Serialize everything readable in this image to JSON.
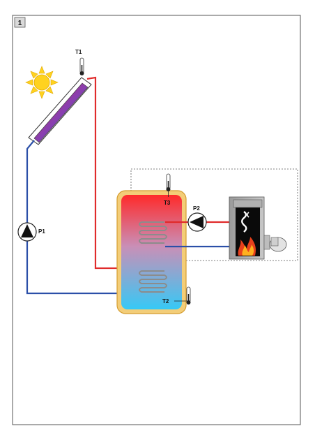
{
  "figure_number": "1",
  "labels": {
    "t1": "T1",
    "t2": "T2",
    "t3": "T3",
    "p1": "P1",
    "p2": "P2"
  },
  "colors": {
    "hot_pipe": "#e02b2b",
    "cold_pipe": "#2b4fa8",
    "tank_hot": "#ff2a2a",
    "tank_cold": "#39c8f5",
    "tank_rim": "#e9b94d",
    "sun": "#ffd21f",
    "coil": "#8c8c8c"
  },
  "icons": {
    "sun": "sun-icon",
    "thermometer": "thermometer-icon",
    "pump": "pump-icon",
    "flame": "flame-icon"
  }
}
